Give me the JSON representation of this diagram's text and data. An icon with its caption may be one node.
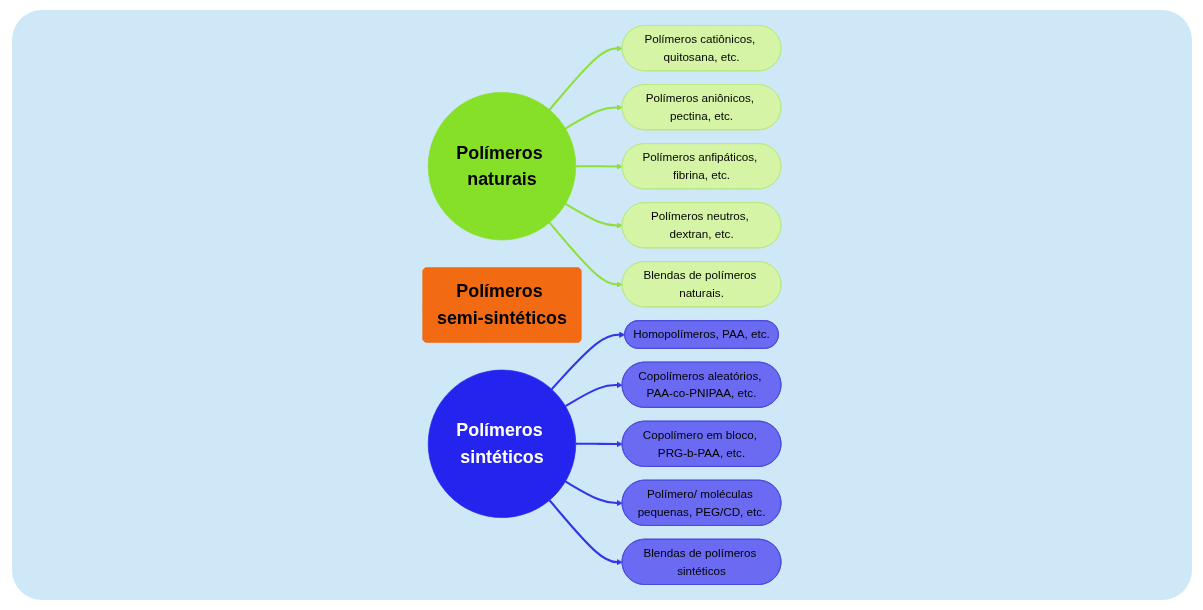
{
  "diagram": {
    "nodes": [
      {
        "text": [
          "Polímeros naturais"
        ]
      },
      {
        "text": [
          "Polímeros semi-sintéticos"
        ]
      },
      {
        "text": [
          "Polímeros sintéticos"
        ]
      },
      {
        "text": [
          "Polímeros catiônicos, quitosana, etc."
        ]
      },
      {
        "text": [
          "Polímeros aniônicos, pectina, etc."
        ]
      },
      {
        "text": [
          "Polímeros anfipáticos, fibrina, etc."
        ]
      },
      {
        "text": [
          "Polímeros neutros, dextran, etc."
        ]
      },
      {
        "text": [
          "Blendas de polímeros naturais."
        ]
      },
      {
        "text": [
          "Homopolímeros, PAA, etc."
        ]
      },
      {
        "text": [
          "Copolímeros aleatórios, PAA-co-PNIPAA, etc."
        ]
      },
      {
        "text": [
          "Copolímero em bloco, PRG-b-PAA, etc."
        ]
      },
      {
        "text": [
          "Polímero/ moléculas pequenas, PEG/CD, etc."
        ]
      },
      {
        "text": [
          "Blendas de polímeros sintéticos"
        ]
      }
    ],
    "edges": [
      {
        "from": 0,
        "to": 3,
        "arrow": "to",
        "color": "#8ee03a"
      },
      {
        "from": 0,
        "to": 4,
        "arrow": "to",
        "color": "#8ee03a"
      },
      {
        "from": 0,
        "to": 5,
        "arrow": "to",
        "color": "#8ee03a"
      },
      {
        "from": 0,
        "to": 6,
        "arrow": "to",
        "color": "#8ee03a"
      },
      {
        "from": 0,
        "to": 7,
        "arrow": "to",
        "color": "#8ee03a"
      },
      {
        "from": 2,
        "to": 8,
        "arrow": "to",
        "color": "#3434e8"
      },
      {
        "from": 2,
        "to": 9,
        "arrow": "to",
        "color": "#3434e8"
      },
      {
        "from": 2,
        "to": 10,
        "arrow": "to",
        "color": "#3434e8"
      },
      {
        "from": 2,
        "to": 11,
        "arrow": "to",
        "color": "#3434e8"
      },
      {
        "from": 2,
        "to": 12,
        "arrow": "to",
        "color": "#3434e8"
      }
    ]
  }
}
